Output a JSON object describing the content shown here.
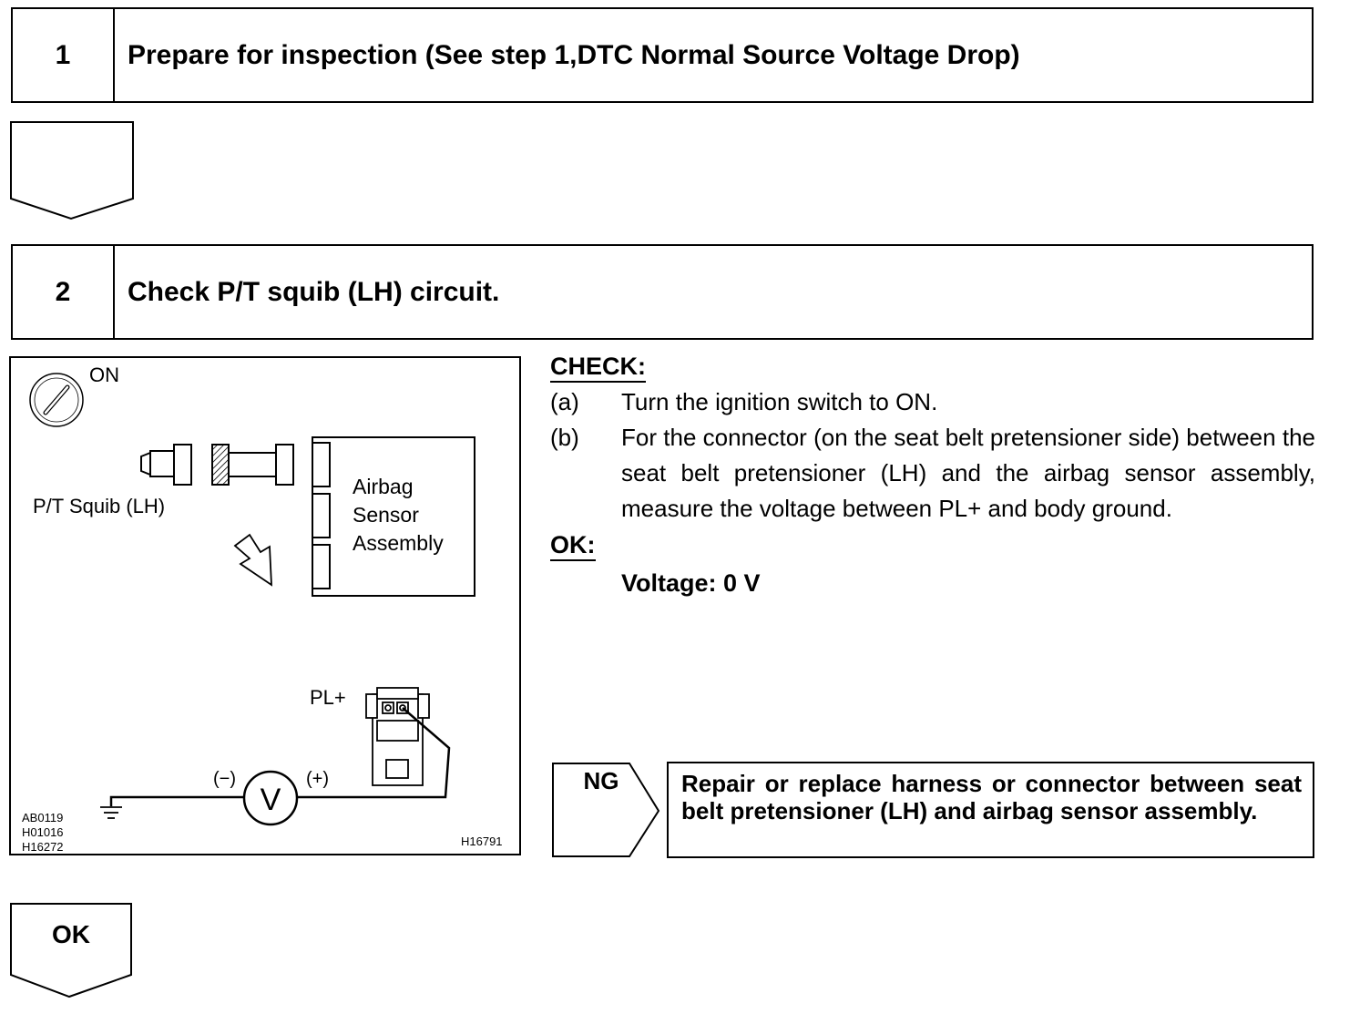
{
  "step1": {
    "number": "1",
    "title": "Prepare for inspection (See step 1,DTC Normal Source Voltage Drop)"
  },
  "step2": {
    "number": "2",
    "title": "Check P/T squib (LH) circuit."
  },
  "figure": {
    "ignition_label": "ON",
    "squib_label": "P/T Squib (LH)",
    "sensor_label_lines": [
      "Airbag",
      "Sensor",
      "Assembly"
    ],
    "terminal_label": "PL+",
    "minus_label": "(−)",
    "plus_label": "(+)",
    "meter_symbol": "V",
    "codes_left": [
      "AB0119",
      "H01016",
      "H16272"
    ],
    "code_right": "H16791"
  },
  "check": {
    "header": "CHECK:",
    "items": [
      {
        "label": "(a)",
        "text": "Turn the ignition switch to ON."
      },
      {
        "label": "(b)",
        "text": "For the connector (on the seat belt pretensioner side) between the seat belt pretensioner (LH) and the airbag sensor assembly, measure the voltage between PL+ and body ground."
      }
    ],
    "ok_header": "OK:",
    "spec": "Voltage: 0 V"
  },
  "ng": {
    "label": "NG",
    "action": "Repair or replace harness or connector between seat belt pretensioner (LH) and airbag sensor assembly."
  },
  "ok": {
    "label": "OK"
  }
}
